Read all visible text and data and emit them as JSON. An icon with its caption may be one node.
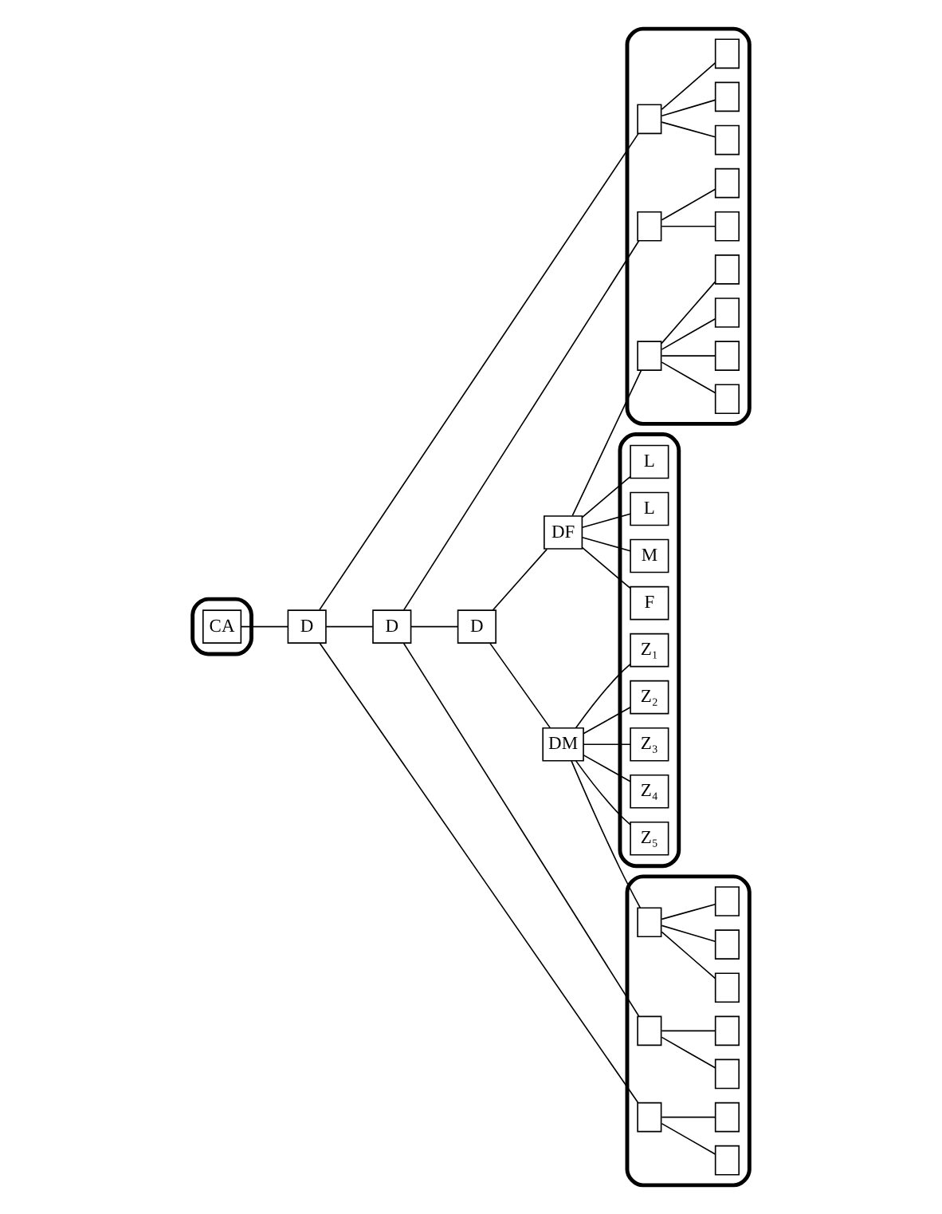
{
  "diagram": {
    "nodes": [
      {
        "text": [],
        "shape": "box"
      },
      {
        "text": [
          "CA"
        ],
        "in": 0
      },
      {
        "text": [
          "D"
        ]
      },
      {
        "text": [
          "D"
        ]
      },
      {
        "text": [
          "D"
        ]
      },
      {
        "text": [
          "DM"
        ]
      },
      {
        "text": [
          "DF"
        ]
      },
      {
        "text": [],
        "shape": "box"
      },
      {
        "text": [],
        "shape": "box",
        "in": 7
      },
      {
        "text": [],
        "shape": "box",
        "in": 7
      },
      {
        "text": [],
        "shape": "box",
        "in": 7
      },
      {
        "text": [],
        "shape": "box",
        "in": 7
      },
      {
        "text": [],
        "shape": "box",
        "in": 7
      },
      {
        "text": [],
        "shape": "box",
        "in": 7
      },
      {
        "text": [],
        "shape": "box",
        "in": 7
      },
      {
        "text": [],
        "shape": "box",
        "in": 7
      },
      {
        "text": [],
        "shape": "box",
        "in": 7
      },
      {
        "text": [],
        "shape": "box",
        "in": 7
      },
      {
        "text": [],
        "shape": "box"
      },
      {
        "text": [],
        "shape": "box",
        "in": 18
      },
      {
        "text": [],
        "shape": "box",
        "in": 18
      },
      {
        "text": [],
        "shape": "box",
        "in": 18
      },
      {
        "text": [],
        "shape": "box",
        "in": 18
      },
      {
        "text": [],
        "shape": "box",
        "in": 18
      },
      {
        "text": [],
        "shape": "box",
        "in": 18
      },
      {
        "text": [],
        "shape": "box",
        "in": 18
      },
      {
        "text": [],
        "shape": "box",
        "in": 18
      },
      {
        "text": [],
        "shape": "box",
        "in": 18
      },
      {
        "text": [],
        "shape": "box",
        "in": 18
      },
      {
        "text": [],
        "shape": "box",
        "in": 18
      },
      {
        "text": [],
        "shape": "box",
        "in": 18
      },
      {
        "text": [],
        "shape": "box"
      },
      {
        "text": [
          "Z₁"
        ],
        "in": 31
      },
      {
        "text": [
          "Z₂"
        ],
        "in": 31
      },
      {
        "text": [
          "Z₃"
        ],
        "in": 31
      },
      {
        "text": [
          "Z₄"
        ],
        "in": 31
      },
      {
        "text": [
          "Z₅"
        ],
        "in": 31
      },
      {
        "text": [
          "L"
        ],
        "in": 31
      },
      {
        "text": [
          "M"
        ],
        "in": 31
      },
      {
        "text": [
          "F"
        ],
        "in": 31
      },
      {
        "text": [
          "L"
        ],
        "in": 31
      }
    ],
    "edges": [
      {
        "from": 1,
        "to": 2,
        "arrow": "none"
      },
      {
        "from": 2,
        "to": 3,
        "arrow": "none"
      },
      {
        "from": 3,
        "to": 4,
        "arrow": "none"
      },
      {
        "from": 2,
        "to": 8,
        "arrow": "none"
      },
      {
        "from": 8,
        "to": 9,
        "arrow": "none"
      },
      {
        "from": 8,
        "to": 10,
        "arrow": "none"
      },
      {
        "from": 3,
        "to": 11,
        "arrow": "none"
      },
      {
        "from": 11,
        "to": 12,
        "arrow": "none"
      },
      {
        "from": 11,
        "to": 13,
        "arrow": "none"
      },
      {
        "from": 4,
        "to": 5,
        "arrow": "none"
      },
      {
        "from": 5,
        "to": 14,
        "arrow": "none"
      },
      {
        "from": 14,
        "to": 15,
        "arrow": "none"
      },
      {
        "from": 14,
        "to": 16,
        "arrow": "none"
      },
      {
        "from": 14,
        "to": 17,
        "arrow": "none"
      },
      {
        "from": 2,
        "to": 19,
        "arrow": "none"
      },
      {
        "from": 19,
        "to": 20,
        "arrow": "none"
      },
      {
        "from": 19,
        "to": 21,
        "arrow": "none"
      },
      {
        "from": 19,
        "to": 22,
        "arrow": "none"
      },
      {
        "from": 3,
        "to": 23,
        "arrow": "none"
      },
      {
        "from": 23,
        "to": 24,
        "arrow": "none"
      },
      {
        "from": 23,
        "to": 25,
        "arrow": "none"
      },
      {
        "from": 4,
        "to": 6,
        "arrow": "none"
      },
      {
        "from": 6,
        "to": 26,
        "arrow": "none"
      },
      {
        "from": 26,
        "to": 27,
        "arrow": "none"
      },
      {
        "from": 26,
        "to": 28,
        "arrow": "none"
      },
      {
        "from": 26,
        "to": 29,
        "arrow": "none"
      },
      {
        "from": 26,
        "to": 30,
        "arrow": "none"
      },
      {
        "from": 5,
        "to": 32,
        "arrow": "none"
      },
      {
        "from": 5,
        "to": 33,
        "arrow": "none"
      },
      {
        "from": 5,
        "to": 34,
        "arrow": "none"
      },
      {
        "from": 5,
        "to": 35,
        "arrow": "none"
      },
      {
        "from": 5,
        "to": 36,
        "arrow": "none"
      },
      {
        "from": 6,
        "to": 37,
        "arrow": "none"
      },
      {
        "from": 6,
        "to": 38,
        "arrow": "none"
      },
      {
        "from": 6,
        "to": 39,
        "arrow": "none"
      },
      {
        "from": 6,
        "to": 40,
        "arrow": "none"
      }
    ]
  }
}
